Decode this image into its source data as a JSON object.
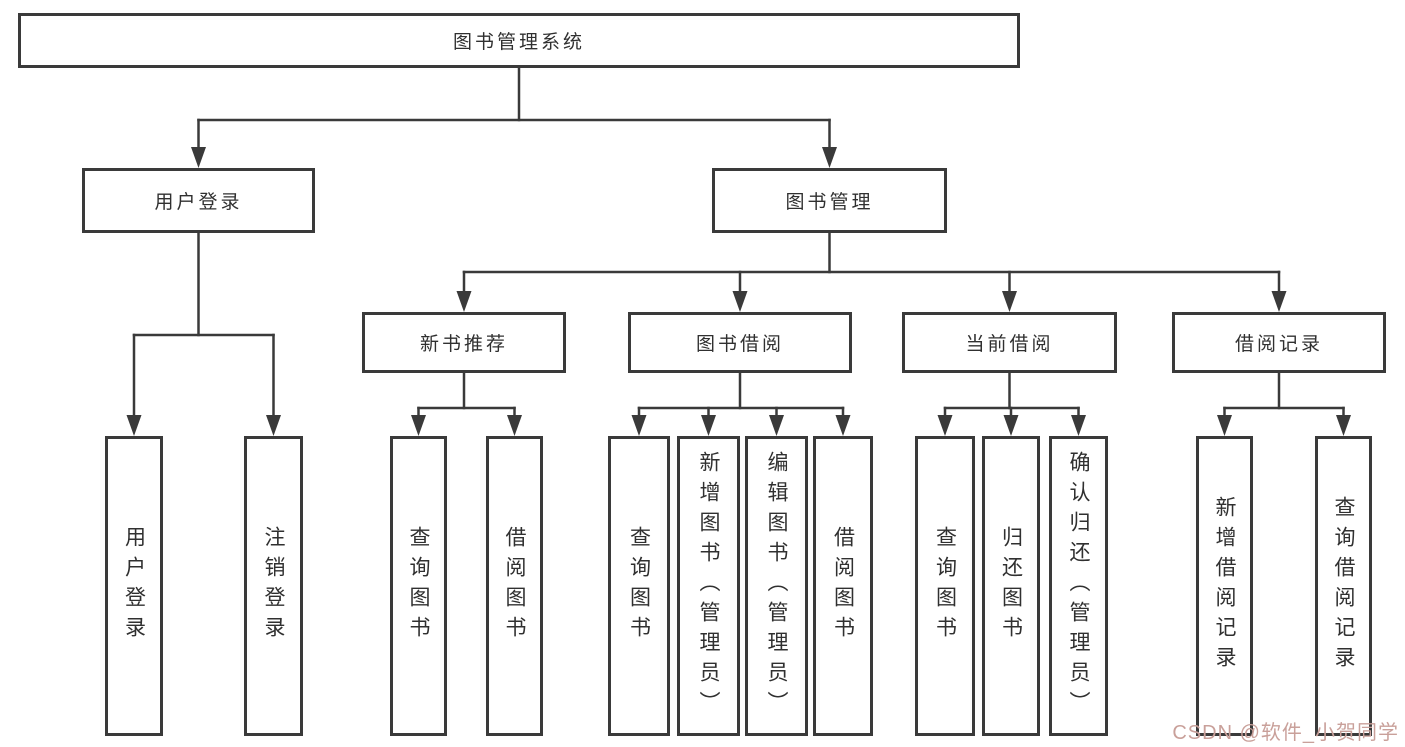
{
  "colors": {
    "line": "#3a3a3a",
    "box_border": "#3a3a3a",
    "box_background": "#ffffff",
    "text": "#303030",
    "watermark": "#c9a09a"
  },
  "watermark": {
    "text": "CSDN @软件_小贺同学"
  },
  "diagram": {
    "nodes": [
      {
        "id": "system",
        "parent": null,
        "label": "图书管理系统",
        "orientation": "horizontal"
      },
      {
        "id": "user-login",
        "parent": "system",
        "label": "用户登录",
        "orientation": "horizontal"
      },
      {
        "id": "book-mgmt",
        "parent": "system",
        "label": "图书管理",
        "orientation": "horizontal"
      },
      {
        "id": "new-book-rec",
        "parent": "book-mgmt",
        "label": "新书推荐",
        "orientation": "horizontal"
      },
      {
        "id": "book-borrow",
        "parent": "book-mgmt",
        "label": "图书借阅",
        "orientation": "horizontal"
      },
      {
        "id": "current-borrow",
        "parent": "book-mgmt",
        "label": "当前借阅",
        "orientation": "horizontal"
      },
      {
        "id": "borrow-records",
        "parent": "book-mgmt",
        "label": "借阅记录",
        "orientation": "horizontal"
      },
      {
        "id": "login",
        "parent": "user-login",
        "label": "用户登录",
        "orientation": "vertical"
      },
      {
        "id": "logout",
        "parent": "user-login",
        "label": "注销登录",
        "orientation": "vertical"
      },
      {
        "id": "query-book-1",
        "parent": "new-book-rec",
        "label": "查询图书",
        "orientation": "vertical"
      },
      {
        "id": "borrow-book-1",
        "parent": "new-book-rec",
        "label": "借阅图书",
        "orientation": "vertical"
      },
      {
        "id": "query-book-2",
        "parent": "book-borrow",
        "label": "查询图书",
        "orientation": "vertical"
      },
      {
        "id": "add-book",
        "parent": "book-borrow",
        "label": "新增图书（管理员）",
        "orientation": "vertical"
      },
      {
        "id": "edit-book",
        "parent": "book-borrow",
        "label": "编辑图书（管理员）",
        "orientation": "vertical"
      },
      {
        "id": "borrow-book-2",
        "parent": "book-borrow",
        "label": "借阅图书",
        "orientation": "vertical"
      },
      {
        "id": "query-book-3",
        "parent": "current-borrow",
        "label": "查询图书",
        "orientation": "vertical"
      },
      {
        "id": "return-book",
        "parent": "current-borrow",
        "label": "归还图书",
        "orientation": "vertical"
      },
      {
        "id": "confirm-return",
        "parent": "current-borrow",
        "label": "确认归还（管理员）",
        "orientation": "vertical"
      },
      {
        "id": "add-borrow-record",
        "parent": "borrow-records",
        "label": "新增借阅记录",
        "orientation": "vertical"
      },
      {
        "id": "query-borrow-record",
        "parent": "borrow-records",
        "label": "查询借阅记录",
        "orientation": "vertical"
      }
    ]
  }
}
